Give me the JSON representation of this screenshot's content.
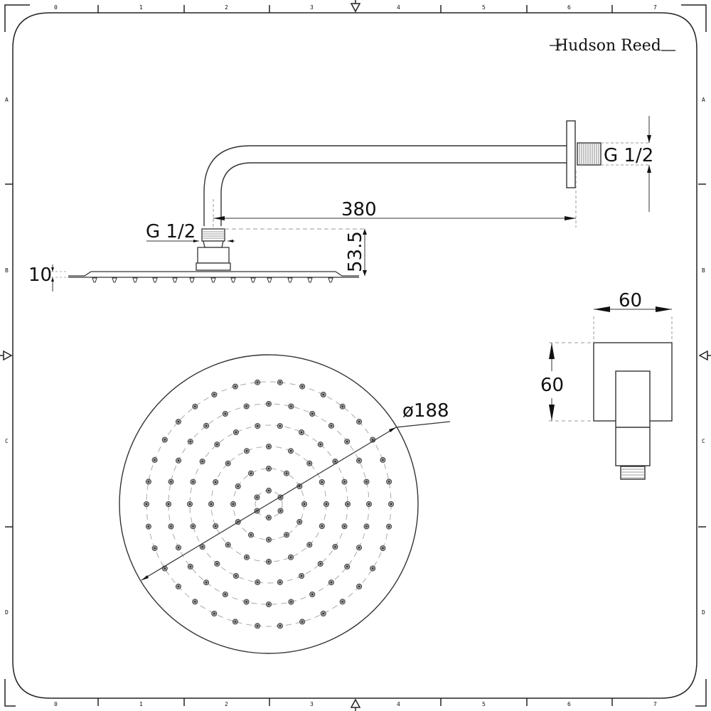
{
  "brand": {
    "name": "Hudson Reed"
  },
  "frame": {
    "column_labels": [
      "0",
      "1",
      "2",
      "3",
      "4",
      "5",
      "6",
      "7"
    ],
    "row_labels": [
      "A",
      "B",
      "C",
      "D"
    ]
  },
  "side_view": {
    "arm_length": "380",
    "wall_thread": "G 1/2",
    "head_thread": "G 1/2",
    "head_height": "53.5",
    "head_thickness": "10"
  },
  "top_view": {
    "diameter": "ø188"
  },
  "wall_outlet": {
    "width": "60",
    "height": "60"
  },
  "colors": {
    "line": "#222222",
    "frame": "#777777",
    "nozzle_fill": "#999999",
    "dash": "#aaaaaa"
  }
}
